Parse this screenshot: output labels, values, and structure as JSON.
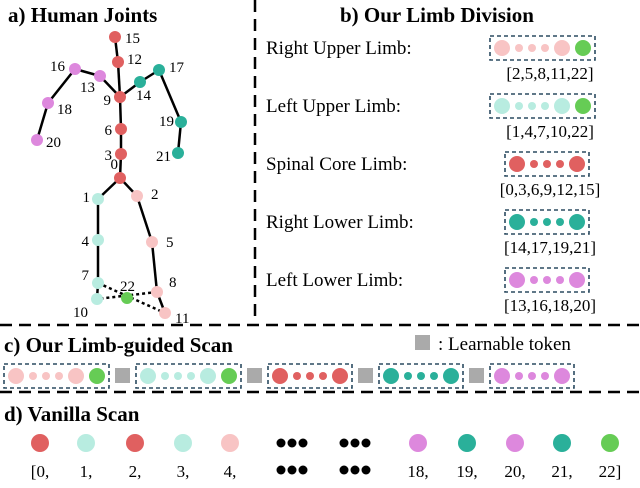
{
  "colors": {
    "spine": "#e06060",
    "right_upper": "#f8c4c4",
    "left_upper": "#b8ece0",
    "right_lower": "#2ab09a",
    "left_lower": "#dd88dd",
    "extra": "#66cc55",
    "token": "#aaaaaa",
    "bone": "#000000"
  },
  "panel_a": {
    "title": "a) Human Joints",
    "joints": [
      {
        "id": "0",
        "label": "0",
        "group": "spine"
      },
      {
        "id": "1",
        "label": "1",
        "group": "left_upper"
      },
      {
        "id": "2",
        "label": "2",
        "group": "right_upper"
      },
      {
        "id": "3",
        "label": "3",
        "group": "spine"
      },
      {
        "id": "4",
        "label": "4",
        "group": "left_upper"
      },
      {
        "id": "5",
        "label": "5",
        "group": "right_upper"
      },
      {
        "id": "6",
        "label": "6",
        "group": "spine"
      },
      {
        "id": "7",
        "label": "7",
        "group": "left_upper"
      },
      {
        "id": "8",
        "label": "8",
        "group": "right_upper"
      },
      {
        "id": "9",
        "label": "9",
        "group": "spine"
      },
      {
        "id": "10",
        "label": "10",
        "group": "left_upper"
      },
      {
        "id": "11",
        "label": "11",
        "group": "right_upper"
      },
      {
        "id": "12",
        "label": "12",
        "group": "spine"
      },
      {
        "id": "13",
        "label": "13",
        "group": "left_lower"
      },
      {
        "id": "14",
        "label": "14",
        "group": "right_lower"
      },
      {
        "id": "15",
        "label": "15",
        "group": "spine"
      },
      {
        "id": "16",
        "label": "16",
        "group": "left_lower"
      },
      {
        "id": "17",
        "label": "17",
        "group": "right_lower"
      },
      {
        "id": "18",
        "label": "18",
        "group": "left_lower"
      },
      {
        "id": "19",
        "label": "19",
        "group": "right_lower"
      },
      {
        "id": "20",
        "label": "20",
        "group": "left_lower"
      },
      {
        "id": "21",
        "label": "21",
        "group": "right_lower"
      },
      {
        "id": "22",
        "label": "22",
        "group": "extra"
      }
    ],
    "bones": [
      [
        "0",
        "1"
      ],
      [
        "0",
        "2"
      ],
      [
        "0",
        "3"
      ],
      [
        "1",
        "4"
      ],
      [
        "2",
        "5"
      ],
      [
        "3",
        "6"
      ],
      [
        "4",
        "7"
      ],
      [
        "5",
        "8"
      ],
      [
        "6",
        "9"
      ],
      [
        "7",
        "10"
      ],
      [
        "8",
        "11"
      ],
      [
        "9",
        "12"
      ],
      [
        "9",
        "13"
      ],
      [
        "9",
        "14"
      ],
      [
        "12",
        "15"
      ],
      [
        "13",
        "16"
      ],
      [
        "14",
        "17"
      ],
      [
        "16",
        "18"
      ],
      [
        "17",
        "19"
      ],
      [
        "18",
        "20"
      ],
      [
        "19",
        "21"
      ]
    ],
    "dotted_bones": [
      [
        "7",
        "11"
      ],
      [
        "8",
        "10"
      ]
    ]
  },
  "panel_b": {
    "title": "b) Our Limb Division",
    "limbs": [
      {
        "name": "Right Upper Limb:",
        "indices": "[2,5,8,11,22]",
        "fill": "right_upper",
        "with_extra": true
      },
      {
        "name": "Left Upper Limb:",
        "indices": "[1,4,7,10,22]",
        "fill": "left_upper",
        "with_extra": true
      },
      {
        "name": "Spinal Core Limb:",
        "indices": "[0,3,6,9,12,15]",
        "fill": "spine",
        "with_extra": false
      },
      {
        "name": "Right Lower Limb:",
        "indices": "[14,17,19,21]",
        "fill": "right_lower",
        "with_extra": false
      },
      {
        "name": "Left Lower Limb:",
        "indices": "[13,16,18,20]",
        "fill": "left_lower",
        "with_extra": false
      }
    ]
  },
  "panel_c": {
    "title": "c) Our Limb-guided Scan",
    "legend": ": Learnable token",
    "sequence": [
      "right_upper",
      "left_upper",
      "spine",
      "right_lower",
      "left_lower"
    ]
  },
  "panel_d": {
    "title": "d) Vanilla Scan",
    "items": [
      {
        "label": "[0,",
        "fill": "spine"
      },
      {
        "label": "1,",
        "fill": "left_upper"
      },
      {
        "label": "2,",
        "fill": "spine"
      },
      {
        "label": "3,",
        "fill": "left_upper"
      },
      {
        "label": "4,",
        "fill": "right_upper"
      },
      {
        "label": "18,",
        "fill": "left_lower"
      },
      {
        "label": "19,",
        "fill": "right_lower"
      },
      {
        "label": "20,",
        "fill": "left_lower"
      },
      {
        "label": "21,",
        "fill": "right_lower"
      },
      {
        "label": "22]",
        "fill": "extra"
      }
    ]
  }
}
